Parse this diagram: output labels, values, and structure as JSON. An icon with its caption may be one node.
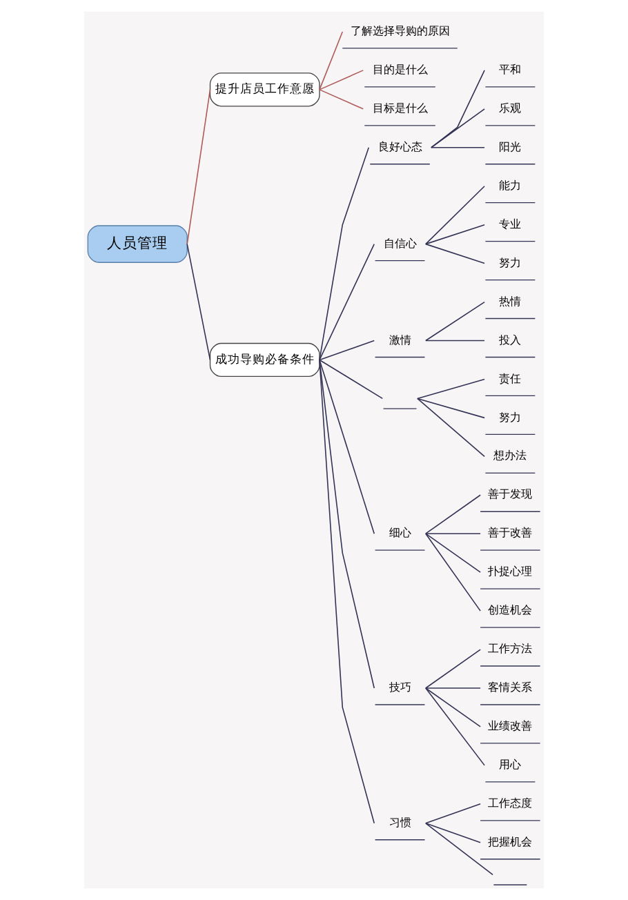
{
  "diagram": {
    "nodes": [
      {
        "text": [
          "人员管理"
        ]
      },
      {
        "text": [
          "提升店员工作意愿"
        ]
      },
      {
        "text": [
          "了解选择导购的原因"
        ]
      },
      {
        "text": [
          "目的是什么"
        ]
      },
      {
        "text": [
          "目标是什么"
        ]
      },
      {
        "text": [
          "成功导购必备条件"
        ]
      },
      {
        "text": [
          "良好心态"
        ]
      },
      {
        "text": [
          "平和"
        ]
      },
      {
        "text": [
          "乐观"
        ]
      },
      {
        "text": [
          "阳光"
        ]
      },
      {
        "text": [
          "自信心"
        ]
      },
      {
        "text": [
          "能力"
        ]
      },
      {
        "text": [
          "专业"
        ]
      },
      {
        "text": [
          "努力"
        ]
      },
      {
        "text": [
          "激情"
        ]
      },
      {
        "text": [
          "热情"
        ]
      },
      {
        "text": [
          "投入"
        ]
      },
      {
        "text": [],
        "shape": "box"
      },
      {
        "text": [
          "责任"
        ]
      },
      {
        "text": [
          "努力"
        ]
      },
      {
        "text": [
          "想办法"
        ]
      },
      {
        "text": [
          "细心"
        ]
      },
      {
        "text": [
          "善于发现"
        ]
      },
      {
        "text": [
          "善于改善"
        ]
      },
      {
        "text": [
          "扑捉心理"
        ]
      },
      {
        "text": [
          "创造机会"
        ]
      },
      {
        "text": [
          "技巧"
        ]
      },
      {
        "text": [
          "工作方法"
        ]
      },
      {
        "text": [
          "客情关系"
        ]
      },
      {
        "text": [
          "业绩改善"
        ]
      },
      {
        "text": [
          "用心"
        ]
      },
      {
        "text": [
          "习惯"
        ]
      },
      {
        "text": [
          "工作态度"
        ]
      },
      {
        "text": [
          "把握机会"
        ]
      },
      {
        "text": [],
        "shape": "box"
      }
    ],
    "edges": [
      {
        "from": 0,
        "to": 1,
        "arrow": "none",
        "color": "#b05a5a"
      },
      {
        "from": 1,
        "to": 2,
        "arrow": "none",
        "color": "#b05a5a"
      },
      {
        "from": 1,
        "to": 3,
        "arrow": "none",
        "color": "#b05a5a"
      },
      {
        "from": 1,
        "to": 4,
        "arrow": "none",
        "color": "#b05a5a"
      },
      {
        "from": 0,
        "to": 5,
        "arrow": "none"
      },
      {
        "from": 5,
        "to": 6,
        "arrow": "none"
      },
      {
        "from": 6,
        "to": 7,
        "arrow": "none"
      },
      {
        "from": 6,
        "to": 8,
        "arrow": "none"
      },
      {
        "from": 6,
        "to": 9,
        "arrow": "none"
      },
      {
        "from": 5,
        "to": 10,
        "arrow": "none"
      },
      {
        "from": 10,
        "to": 11,
        "arrow": "none"
      },
      {
        "from": 10,
        "to": 12,
        "arrow": "none"
      },
      {
        "from": 10,
        "to": 13,
        "arrow": "none"
      },
      {
        "from": 5,
        "to": 14,
        "arrow": "none"
      },
      {
        "from": 14,
        "to": 15,
        "arrow": "none"
      },
      {
        "from": 14,
        "to": 16,
        "arrow": "none"
      },
      {
        "from": 5,
        "to": 17,
        "arrow": "none"
      },
      {
        "from": 17,
        "to": 18,
        "arrow": "none"
      },
      {
        "from": 17,
        "to": 19,
        "arrow": "none"
      },
      {
        "from": 17,
        "to": 20,
        "arrow": "none"
      },
      {
        "from": 5,
        "to": 21,
        "arrow": "none"
      },
      {
        "from": 21,
        "to": 22,
        "arrow": "none"
      },
      {
        "from": 21,
        "to": 23,
        "arrow": "none"
      },
      {
        "from": 21,
        "to": 24,
        "arrow": "none"
      },
      {
        "from": 21,
        "to": 25,
        "arrow": "none"
      },
      {
        "from": 5,
        "to": 26,
        "arrow": "none"
      },
      {
        "from": 26,
        "to": 27,
        "arrow": "none"
      },
      {
        "from": 26,
        "to": 28,
        "arrow": "none"
      },
      {
        "from": 26,
        "to": 29,
        "arrow": "none"
      },
      {
        "from": 26,
        "to": 30,
        "arrow": "none"
      },
      {
        "from": 5,
        "to": 31,
        "arrow": "none"
      },
      {
        "from": 31,
        "to": 32,
        "arrow": "none"
      },
      {
        "from": 31,
        "to": 33,
        "arrow": "none"
      },
      {
        "from": 31,
        "to": 34,
        "arrow": "none"
      }
    ]
  }
}
